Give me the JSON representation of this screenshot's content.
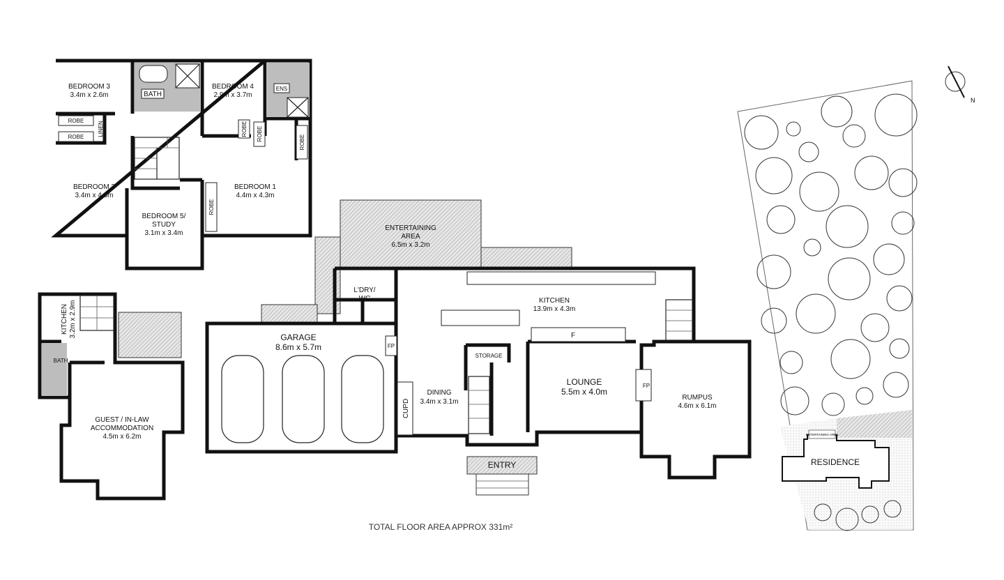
{
  "upper_floor": {
    "rooms": [
      {
        "name": "BEDROOM 3",
        "size": "3.4m x 2.6m"
      },
      {
        "name": "BEDROOM 4",
        "size": "2.9m x 3.7m"
      },
      {
        "name": "BEDROOM 2",
        "size": "3.4m x 4.3m"
      },
      {
        "name": "BEDROOM 1",
        "size": "4.4m x 4.3m"
      },
      {
        "name": "BEDROOM 5/",
        "name2": "STUDY",
        "size": "3.1m x 3.4m"
      }
    ],
    "labels": {
      "bath": "BATH",
      "ens": "ENS",
      "robe": "ROBE",
      "linen": "LINEN"
    }
  },
  "guest": {
    "kitchen": {
      "name": "KITCHEN",
      "size": "3.2m x 2.9m"
    },
    "bath": "BATH",
    "accommodation": {
      "name": "GUEST / IN-LAW",
      "name2": "ACCOMMODATION",
      "size": "4.5m x 6.2m"
    }
  },
  "ground_floor": {
    "entertaining": {
      "name": "ENTERTAINING",
      "name2": "AREA",
      "size": "6.5m x 3.2m"
    },
    "laundry": {
      "name": "L'DRY/",
      "name2": "WC"
    },
    "kitchen": {
      "name": "KITCHEN",
      "size": "13.9m x 4.3m",
      "fridge": "F"
    },
    "garage": {
      "name": "GARAGE",
      "size": "8.6m x 5.7m"
    },
    "dining": {
      "name": "DINING",
      "size": "3.4m x 3.1m"
    },
    "storage": "STORAGE",
    "cupd": "CUPD",
    "fp": "FP",
    "lounge": {
      "name": "LOUNGE",
      "size": "5.5m x 4.0m"
    },
    "rumpus": {
      "name": "RUMPUS",
      "size": "4.6m x 6.1m"
    },
    "entry": "ENTRY"
  },
  "site_plan": {
    "residence": "RESIDENCE",
    "entertaining": "ENTERTAINING AREA",
    "north": "N"
  },
  "total_floor_area": "TOTAL FLOOR AREA  APPROX  331m²"
}
